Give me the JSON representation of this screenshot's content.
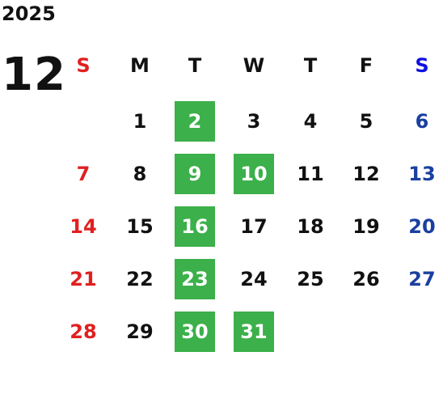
{
  "calendar": {
    "year": "2025",
    "month": "12",
    "weekdays": [
      "S",
      "M",
      "T",
      "W",
      "T",
      "F",
      "S"
    ],
    "weeks": [
      [
        "",
        "1",
        "2",
        "3",
        "4",
        "5",
        "6"
      ],
      [
        "7",
        "8",
        "9",
        "10",
        "11",
        "12",
        "13"
      ],
      [
        "14",
        "15",
        "16",
        "17",
        "18",
        "19",
        "20"
      ],
      [
        "21",
        "22",
        "23",
        "24",
        "25",
        "26",
        "27"
      ],
      [
        "28",
        "29",
        "30",
        "31",
        "",
        "",
        ""
      ]
    ],
    "highlighted_days": [
      "2",
      "9",
      "10",
      "16",
      "23",
      "30",
      "31"
    ],
    "colors": {
      "sunday": "#e02020",
      "saturday": "#1a3fa0",
      "saturday_header": "#1010e0",
      "weekday": "#111111",
      "highlight_bg": "#3cb04a",
      "highlight_text": "#ffffff"
    }
  }
}
